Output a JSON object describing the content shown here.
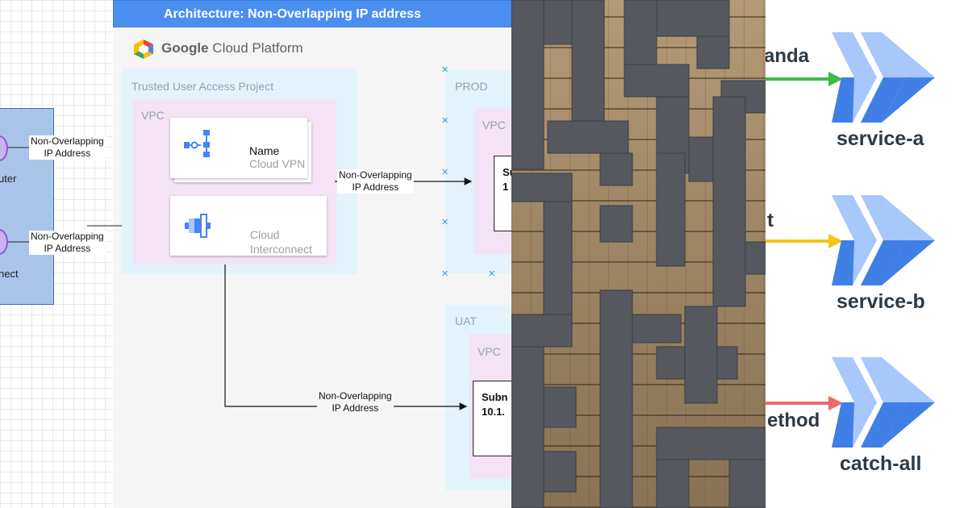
{
  "left_panel": {
    "labels": {
      "router": "uter",
      "interconnect": "nect",
      "conn_label_1_line1": "Non-Overlapping",
      "conn_label_1_line2": "IP Address",
      "conn_label_2_line1": "Non-Overlapping",
      "conn_label_2_line2": "IP Address"
    }
  },
  "diagram": {
    "title": "Architecture: Non-Overlapping IP address",
    "logo_text_bold": "Google",
    "logo_text": " Cloud Platform",
    "trusted_project_label": "Trusted User Access Project",
    "vpc_label": "VPC",
    "vpn_card": {
      "name": "Name",
      "subtitle": "Cloud VPN"
    },
    "interconnect_card": {
      "line1": "Cloud",
      "line2": "Interconnect"
    },
    "prod_label": "PROD",
    "prod_vpc_label": "VPC",
    "prod_subnet_line1": "Su",
    "prod_subnet_line2": "1",
    "uat_label": "UAT",
    "uat_vpc_label": "VPC",
    "uat_subnet_line1": "Subn",
    "uat_subnet_line2": "10.1.",
    "arrow_label_prod_line1": "Non-Overlapping",
    "arrow_label_prod_line2": "IP Address",
    "arrow_label_uat_line1": "Non-Overlapping",
    "arrow_label_uat_line2": "IP Address",
    "colors": {
      "title_bar": "#4a8ff0",
      "project_bg": "#e3f3fb",
      "vpc_bg": "#f3e3f4",
      "node_circle": "#8c5bd6",
      "left_box": "#aac4e9"
    }
  },
  "photo": {
    "description_icon": "maze-photo"
  },
  "routing": {
    "routes": [
      {
        "label": "anda",
        "service": "service-a",
        "arrow_color": "#3dbb47"
      },
      {
        "label": "t",
        "service": "service-b",
        "arrow_color": "#f5c518"
      },
      {
        "label": "ethod",
        "service": "catch-all",
        "arrow_color": "#ef6a6a"
      }
    ],
    "colors": {
      "chevron_dark": "#3f7fe6",
      "chevron_light": "#a8c7fa"
    }
  }
}
